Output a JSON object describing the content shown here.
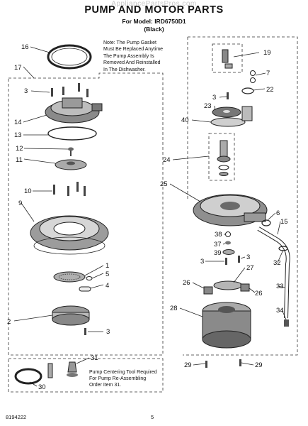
{
  "header": {
    "watermark": "AppliancePartsPros.com",
    "title": "PUMP AND MOTOR PARTS",
    "model_line": "For Model: IRD6750D1",
    "color_line": "(Black)"
  },
  "note": {
    "lines": [
      "Note: The Pump Gasket",
      "Must Be Replaced Anytime",
      "The Pump Assembly Is",
      "Removed And Reinstalled",
      "In The Dishwasher."
    ]
  },
  "tool_note": {
    "lines": [
      "Pump Centering Tool Required",
      "For Pump Re-Assembling",
      "Order Item 31."
    ]
  },
  "callouts": [
    "16",
    "17",
    "3",
    "14",
    "13",
    "12",
    "11",
    "10",
    "9",
    "1",
    "5",
    "4",
    "2",
    "3",
    "31",
    "30",
    "19",
    "7",
    "22",
    "3",
    "23",
    "40",
    "24",
    "25",
    "6",
    "15",
    "38",
    "37",
    "39",
    "3",
    "3",
    "27",
    "32",
    "26",
    "26",
    "33",
    "28",
    "34",
    "29",
    "29"
  ],
  "footer": {
    "doc_number": "8194222",
    "page_number": "5"
  }
}
